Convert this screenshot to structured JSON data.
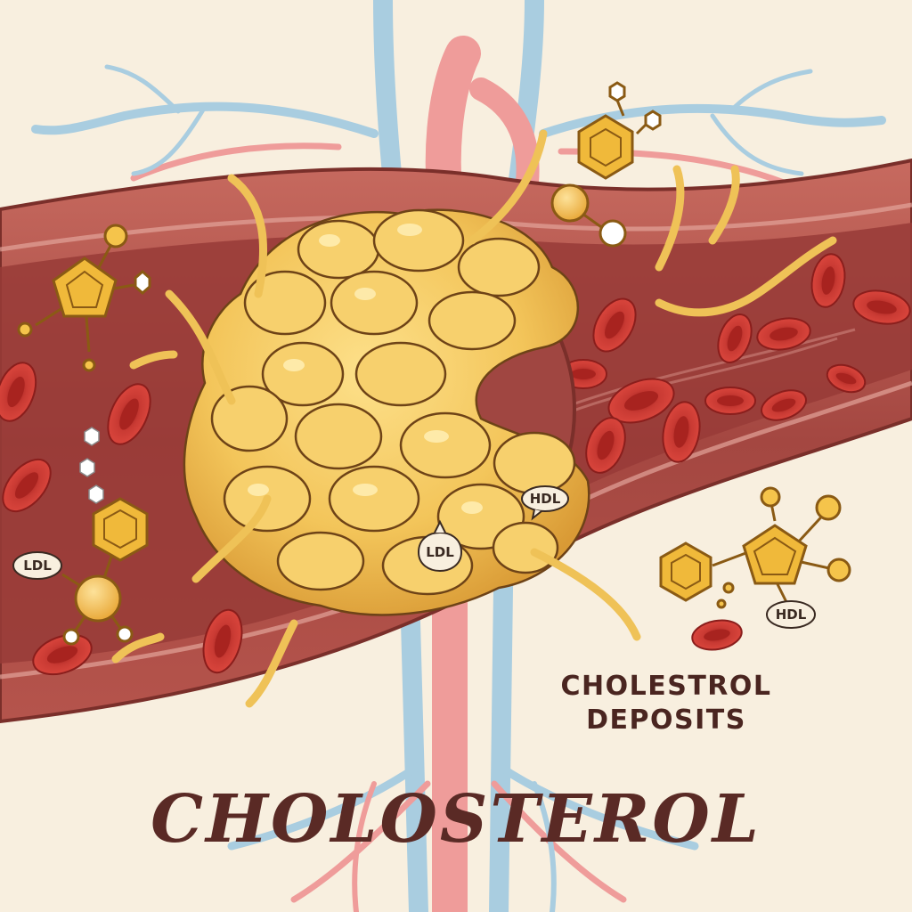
{
  "labels": {
    "ldl_left": "LDL",
    "ldl_center": "LDL",
    "hdl_center": "HDL",
    "hdl_right": "HDL",
    "deposits_line1": "CHOLESTROL",
    "deposits_line2": "DEPOSITS",
    "title": "CHOLOSTEROL"
  },
  "colors": {
    "background": "#f8efdf",
    "vessel_wall": "#b3534b",
    "vessel_lumen": "#9a3f3a",
    "plaque": "#f1c257",
    "plaque_outline": "#6e4317",
    "red_cell": "#c9302c",
    "vein_blue": "#a9cde0",
    "artery_pink": "#ef9c9a",
    "molecule": "#f0b93a",
    "title_text": "#5a2a25"
  }
}
